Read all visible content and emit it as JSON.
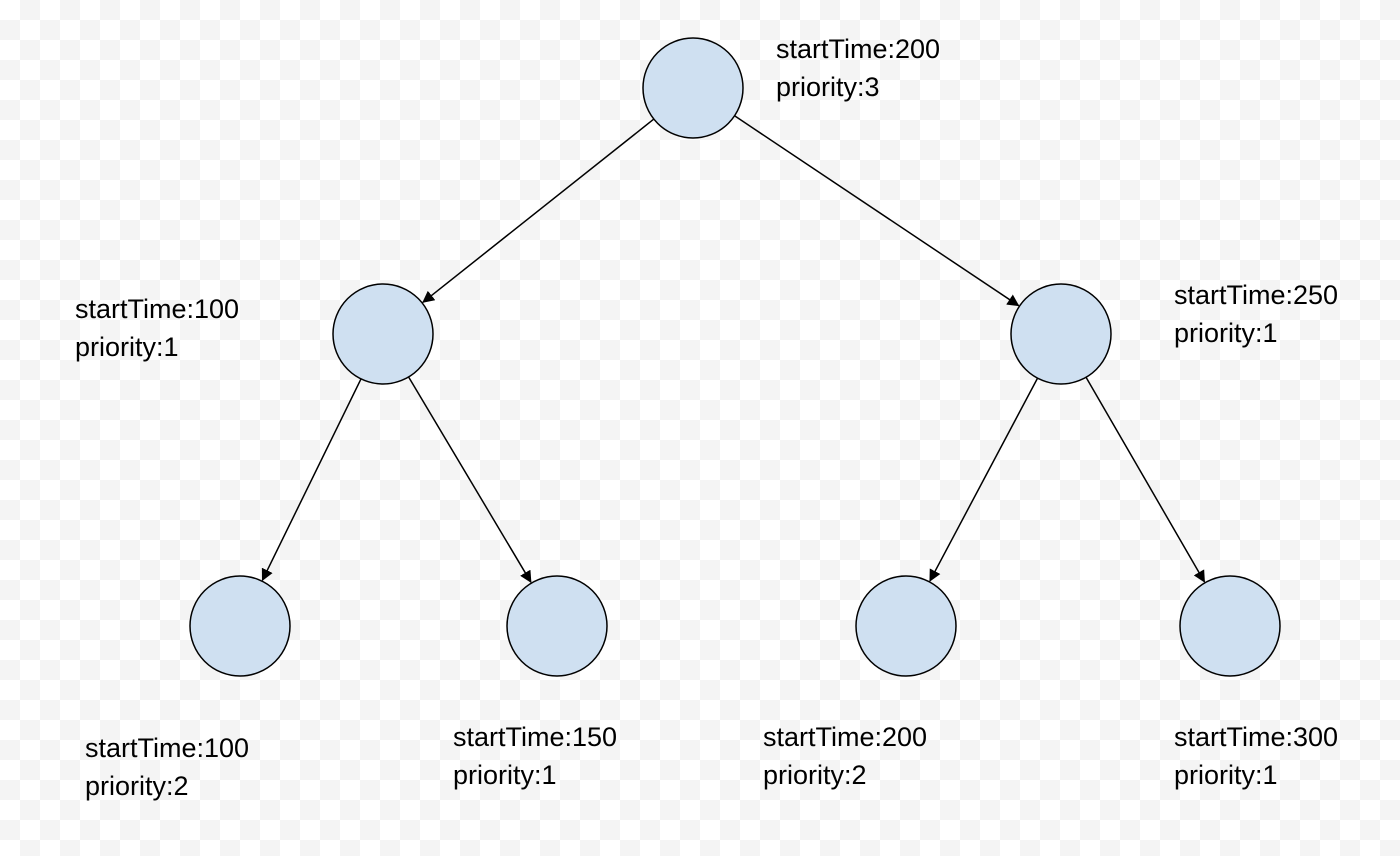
{
  "colors": {
    "node_fill": "#cfe0f1",
    "stroke": "#000000"
  },
  "nodes": [
    {
      "id": "n0",
      "start_time": "startTime:200",
      "priority": "priority:3"
    },
    {
      "id": "n1",
      "start_time": "startTime:100",
      "priority": "priority:1"
    },
    {
      "id": "n2",
      "start_time": "startTime:250",
      "priority": "priority:1"
    },
    {
      "id": "n3",
      "start_time": "startTime:100",
      "priority": "priority:2"
    },
    {
      "id": "n4",
      "start_time": "startTime:150",
      "priority": "priority:1"
    },
    {
      "id": "n5",
      "start_time": "startTime:200",
      "priority": "priority:2"
    },
    {
      "id": "n6",
      "start_time": "startTime:300",
      "priority": "priority:1"
    }
  ],
  "edges": [
    {
      "from": "n0",
      "to": "n1"
    },
    {
      "from": "n0",
      "to": "n2"
    },
    {
      "from": "n1",
      "to": "n3"
    },
    {
      "from": "n1",
      "to": "n4"
    },
    {
      "from": "n2",
      "to": "n5"
    },
    {
      "from": "n2",
      "to": "n6"
    }
  ]
}
